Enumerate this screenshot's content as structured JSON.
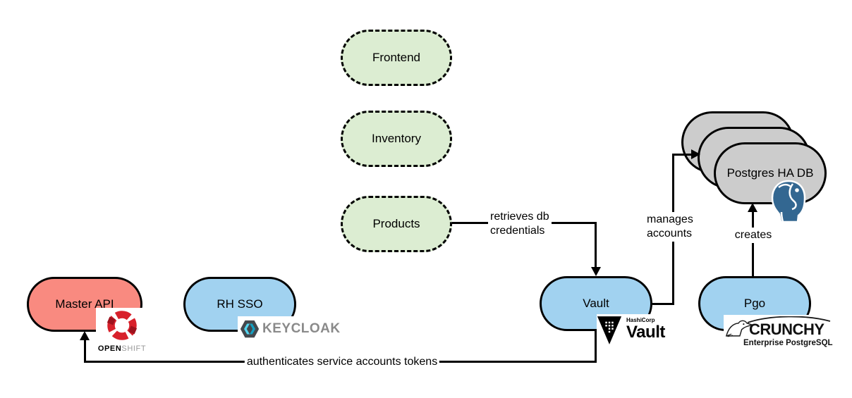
{
  "colors": {
    "node_green": "#dcedd2",
    "node_salmon": "#f98a80",
    "node_blue": "#a1d2f0",
    "node_gray": "#cccccc",
    "line_black": "#000000",
    "openshift_red": "#d8212b",
    "openshift_dark_red": "#9e121d",
    "keycloak_cyan": "#55d6f0",
    "keycloak_dark_cyan": "#149fc0",
    "keycloak_text_gray": "#8a8a8a",
    "postgres_blue": "#336791"
  },
  "nodes": {
    "frontend": {
      "label": "Frontend"
    },
    "inventory": {
      "label": "Inventory"
    },
    "products": {
      "label": "Products"
    },
    "master_api": {
      "label": "Master API"
    },
    "rh_sso": {
      "label": "RH SSO"
    },
    "vault": {
      "label": "Vault"
    },
    "pgo": {
      "label": "Pgo"
    },
    "postgres_ha": {
      "label": "Postgres HA DB"
    }
  },
  "edges": {
    "retrieves_db": {
      "label": "retrieves db\ncredentials"
    },
    "manages_accounts": {
      "label": "manages\naccounts"
    },
    "creates": {
      "label": "creates"
    },
    "authenticates": {
      "label": "authenticates service accounts tokens"
    }
  },
  "logos": {
    "openshift": {
      "text_bold": "OPEN",
      "text_light": "SHIFT"
    },
    "keycloak": {
      "text": "KEYCLOAK"
    },
    "hashicorp_vault": {
      "company": "HashiCorp",
      "product": "Vault"
    },
    "crunchy": {
      "name": "CRUNCHY",
      "tagline": "Enterprise PostgreSQL"
    }
  }
}
